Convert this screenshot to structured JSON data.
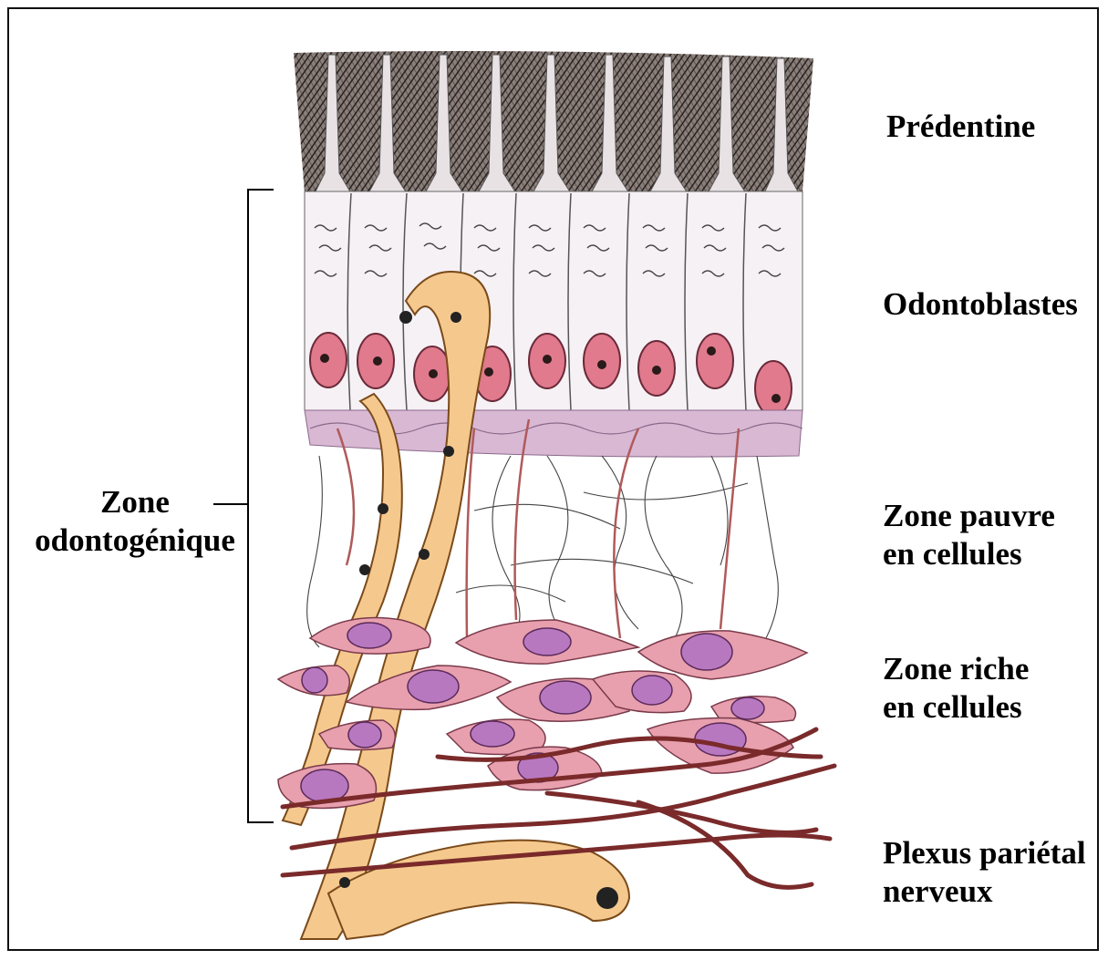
{
  "labels": {
    "predentine": "Prédentine",
    "odontoblastes": "Odontoblastes",
    "zone_pauvre": [
      "Zone pauvre",
      "en cellules"
    ],
    "zone_riche": [
      "Zone riche",
      "en cellules"
    ],
    "plexus": [
      "Plexus pariétal",
      "nerveux"
    ],
    "zone_odontogenique": [
      "Zone",
      "odontogénique"
    ]
  },
  "colors": {
    "predentine_dark": "#3a3230",
    "odontoblast_body": "#f4eef2",
    "nucleus": "#e07a8c",
    "nucleus_dot": "#2a1a1a",
    "lamina": "#d9b8d4",
    "vessel": "#f5c98e",
    "fibroblast": "#e8a0ae",
    "fibroblast_nucleus": "#b878c0",
    "nerve": "#7a2a2a"
  }
}
